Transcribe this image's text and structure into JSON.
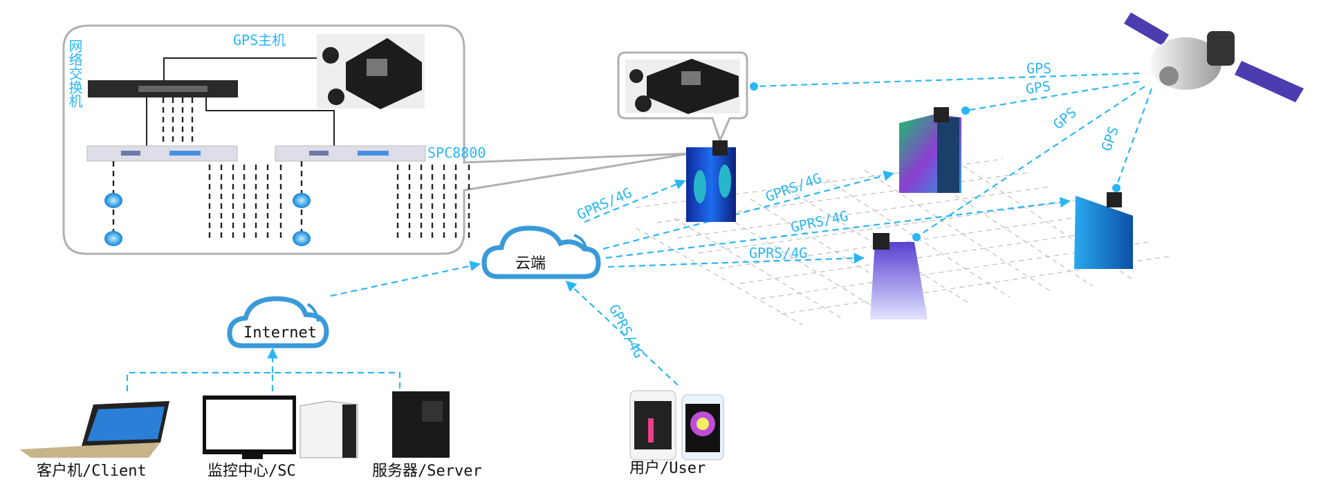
{
  "colors": {
    "accent": "#29b6f6",
    "cloud": "#3a9ad9",
    "callout_border": "#b0b0b0"
  },
  "callout": {
    "switch_label": "网络交换机",
    "gps_host_label": "GPS主机",
    "controller_label": "SPC8800"
  },
  "clouds": {
    "cloud_label": "云端",
    "internet_label": "Internet"
  },
  "links": {
    "gps": [
      "GPS",
      "GPS",
      "GPS",
      "GPS"
    ],
    "gprs": [
      "GPRS/4G",
      "GPRS/4G",
      "GPRS/4G",
      "GPRS/4G",
      "GPRS/4G"
    ]
  },
  "devices": {
    "client": "客户机/Client",
    "monitor_center": "监控中心/SC",
    "server": "服务器/Server",
    "user": "用户/User"
  },
  "icons": [
    "satellite-icon",
    "building-icon",
    "gps-host-icon",
    "network-switch-icon",
    "controller-icon",
    "cloud-icon",
    "laptop-icon",
    "desktop-icon",
    "server-icon",
    "smartphone-icon",
    "globe-node-icon"
  ]
}
